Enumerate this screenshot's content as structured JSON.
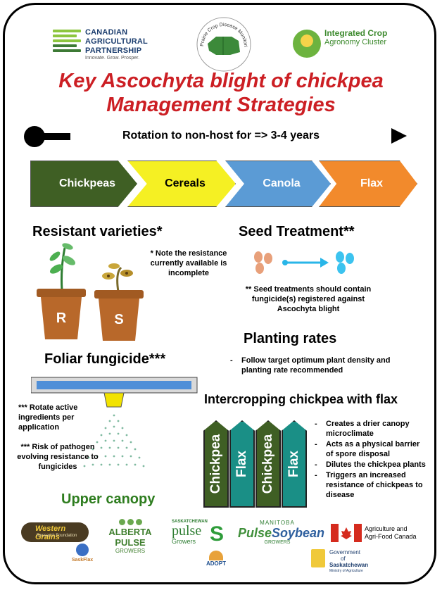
{
  "logos": {
    "cap": {
      "lines": [
        "CANADIAN",
        "AGRICULTURAL",
        "PARTNERSHIP"
      ],
      "tagline": "Innovate. Grow. Prosper."
    },
    "pcdmn": {
      "text": "Prairie Crop Disease Monitoring Network"
    },
    "icac": {
      "line1": "Integrated Crop",
      "line2": "Agronomy Cluster"
    }
  },
  "title": {
    "line1": "Key Ascochyta blight of chickpea",
    "line2": "Management Strategies"
  },
  "rotation": {
    "text": "Rotation to non-host for => 3-4 years",
    "steps": [
      {
        "label": "Chickpeas",
        "color": "#3f5f24",
        "text_color": "#ffffff"
      },
      {
        "label": "Cereals",
        "color": "#f5f023",
        "text_color": "#000000"
      },
      {
        "label": "Canola",
        "color": "#5b9bd5",
        "text_color": "#ffffff"
      },
      {
        "label": "Flax",
        "color": "#f28a2c",
        "text_color": "#ffffff"
      }
    ]
  },
  "resistant": {
    "heading": "Resistant varieties*",
    "note": "* Note the resistance currently available is incomplete",
    "pot_r": "R",
    "pot_s": "S"
  },
  "seed": {
    "heading": "Seed Treatment**",
    "note": "** Seed treatments should contain fungicide(s) registered against Ascochyta blight"
  },
  "planting": {
    "heading": "Planting rates",
    "bullet": "Follow target optimum plant density and planting rate recommended"
  },
  "foliar": {
    "heading": "Foliar fungicide***",
    "note1": "*** Rotate active ingredients per application",
    "note2": "*** Risk of pathogen evolving resistance to fungicides",
    "canopy": "Upper canopy"
  },
  "intercrop": {
    "heading": "Intercropping chickpea with flax",
    "strips": [
      {
        "label": "Chickpea",
        "color": "#3f5f24"
      },
      {
        "label": "Flax",
        "color": "#1a8f86"
      },
      {
        "label": "Chickpea",
        "color": "#3f5f24"
      },
      {
        "label": "Flax",
        "color": "#1a8f86"
      }
    ],
    "bullets": [
      "Creates a drier canopy microclimate",
      "Acts as a physical barrier of spore disposal",
      "Dilutes the chickpea plants",
      "Triggers an increased resistance of chickpeas to disease"
    ]
  },
  "footer": {
    "western_grains": "Western Grains",
    "western_grains_sub": "Research Foundation",
    "alberta": "ALBERTA PULSE",
    "alberta_sub": "GROWERS",
    "sask_pulse_top": "SASKATCHEWAN",
    "sask_pulse": "pulse",
    "sask_pulse_sub": "Growers",
    "manitoba_top": "MANITOBA",
    "manitoba": "Pulse",
    "manitoba_b": "Soybean",
    "manitoba_sub": "GROWERS",
    "aafc_1": "Agriculture and",
    "aafc_2": "Agri-Food Canada",
    "saskflax": "SaskFlax",
    "adopt": "ADOPT",
    "gov_1": "Government",
    "gov_2": "of",
    "gov_3": "Saskatchewan",
    "gov_4": "Ministry of Agriculture"
  }
}
